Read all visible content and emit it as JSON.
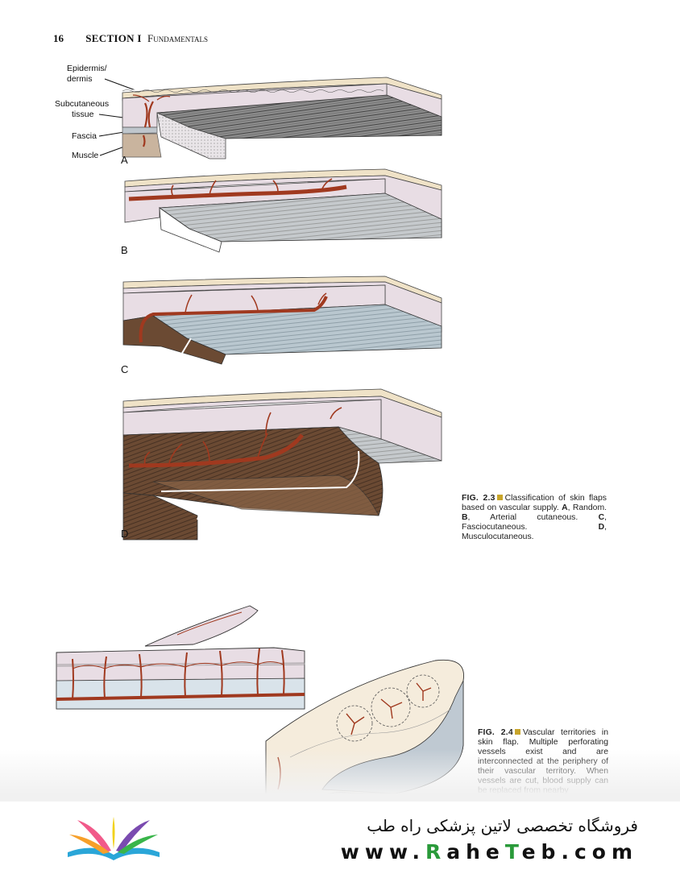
{
  "header": {
    "page_number": "16",
    "section": "SECTION I",
    "title": "Fundamentals"
  },
  "figure_2_3": {
    "layer_labels": {
      "epidermis_1": "Epidermis/",
      "epidermis_2": "dermis",
      "subcutaneous_1": "Subcutaneous",
      "subcutaneous_2": "tissue",
      "fascia": "Fascia",
      "muscle": "Muscle"
    },
    "panel_labels": {
      "a": "A",
      "b": "B",
      "c": "C",
      "d": "D"
    },
    "caption": {
      "fig": "FIG. 2.3",
      "text": "Classification of skin flaps based on vascular supply. ",
      "a": "A",
      "a_text": ", Random. ",
      "b": "B",
      "b_text": ", Arterial cutaneous. ",
      "c": "C",
      "c_text": ", Fasciocutaneous. ",
      "d": "D",
      "d_text": ", Musculocutaneous."
    }
  },
  "figure_2_4": {
    "caption": {
      "fig": "FIG. 2.4",
      "text": "Vascular territories in skin flap. Multiple perforating vessels exist and are interconnected at the periphery of their vascular territory. When vessels are cut, blood supply can be replaced from nearby"
    }
  },
  "watermark": {
    "shop_text": "فروشگاه تخصصی لاتین پزشکی  راه طب",
    "url_pre": "www.",
    "url_r": "R",
    "url_mid1": "ahe",
    "url_t": "T",
    "url_mid2": "eb",
    "url_post": ".com"
  },
  "colors": {
    "vessel": "#a0391f",
    "skin": "#e8dde4",
    "dermis_top": "#efe2c7",
    "muscle": "#6b4a33",
    "fascia": "#bfc6cc",
    "accent": "#c8a52a",
    "url_green": "#2a9a3a"
  }
}
